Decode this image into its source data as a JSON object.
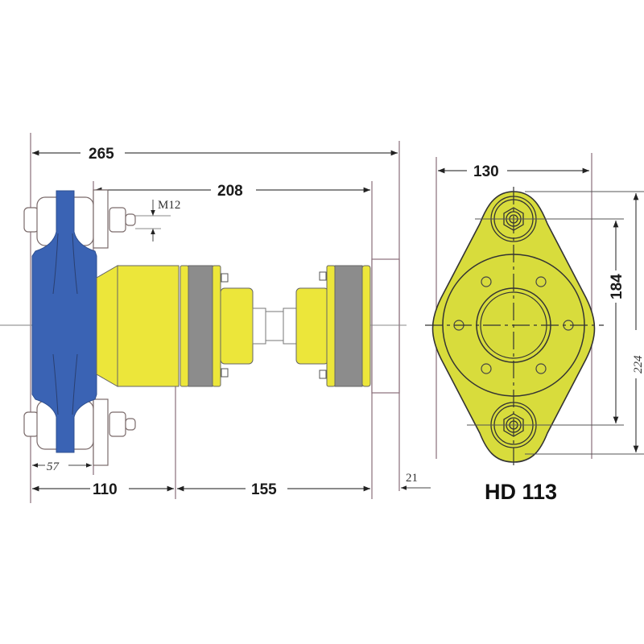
{
  "drawing": {
    "model": "HD 113",
    "colors": {
      "blue_body": "#3a63b4",
      "yellow_body": "#ece63a",
      "gray_ring": "#8c8c8c",
      "plate_green": "#d8dc3c",
      "line": "#555555"
    },
    "side_view": {
      "dimensions": {
        "overall_length": "265",
        "flange_to_mount": "208",
        "thread": "M12",
        "mount_width": "57",
        "segment_1": "110",
        "segment_2": "155",
        "plate_thickness": "21"
      }
    },
    "front_view": {
      "dimensions": {
        "width": "130",
        "hole_spacing": "184",
        "height": "224"
      }
    }
  }
}
